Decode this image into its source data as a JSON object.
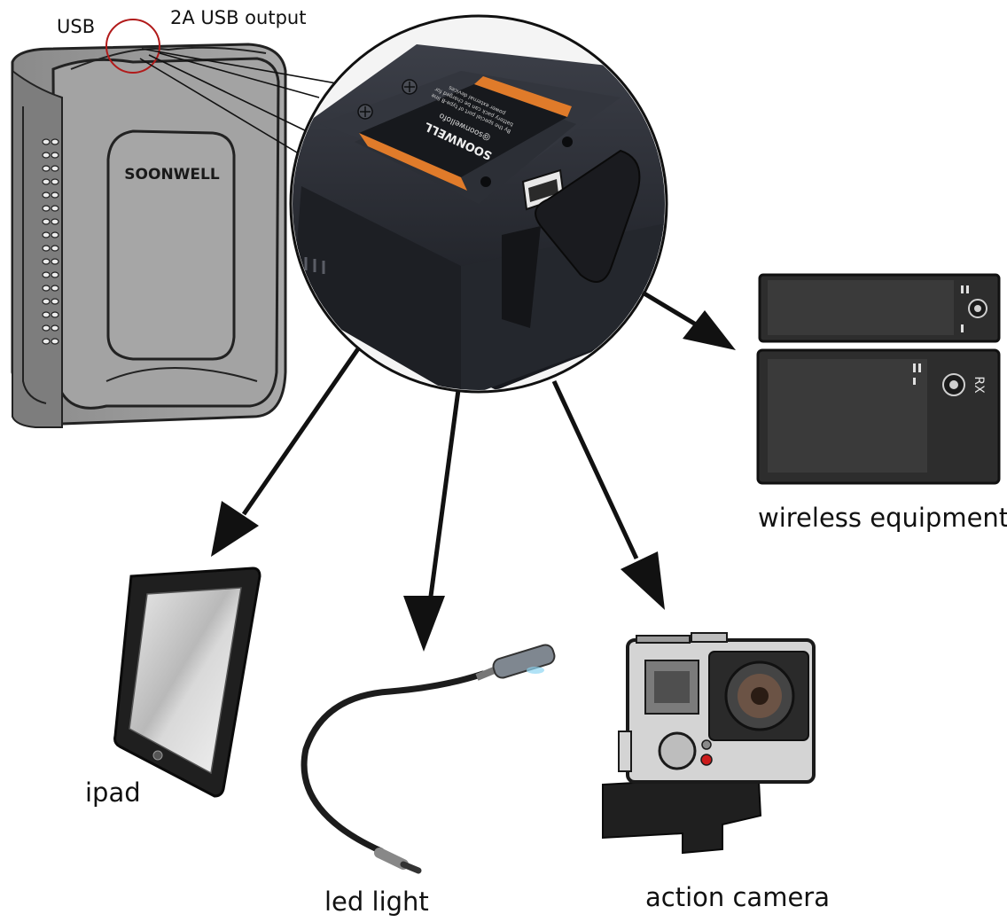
{
  "callouts": {
    "usb": "USB",
    "usb_output": "2A USB output"
  },
  "battery": {
    "brand": "SOONWELL"
  },
  "devices": {
    "wireless": "wireless equipment",
    "ipad": "ipad",
    "led": "led light",
    "camera": "action camera"
  },
  "zoom_panel": {
    "brand": "SOONWELL",
    "handle": "@soonwellofo",
    "note_line1": "By the special port of type-B line",
    "note_line2": "battery pack can be charged for",
    "note_line3": "power external devices"
  },
  "receiver": {
    "mark": "RX"
  },
  "colors": {
    "callout_circle": "#b11a1a",
    "battery_body": "#9b9b9b",
    "device_dark": "#2a2a2a",
    "accent_orange": "#e07b2a"
  }
}
